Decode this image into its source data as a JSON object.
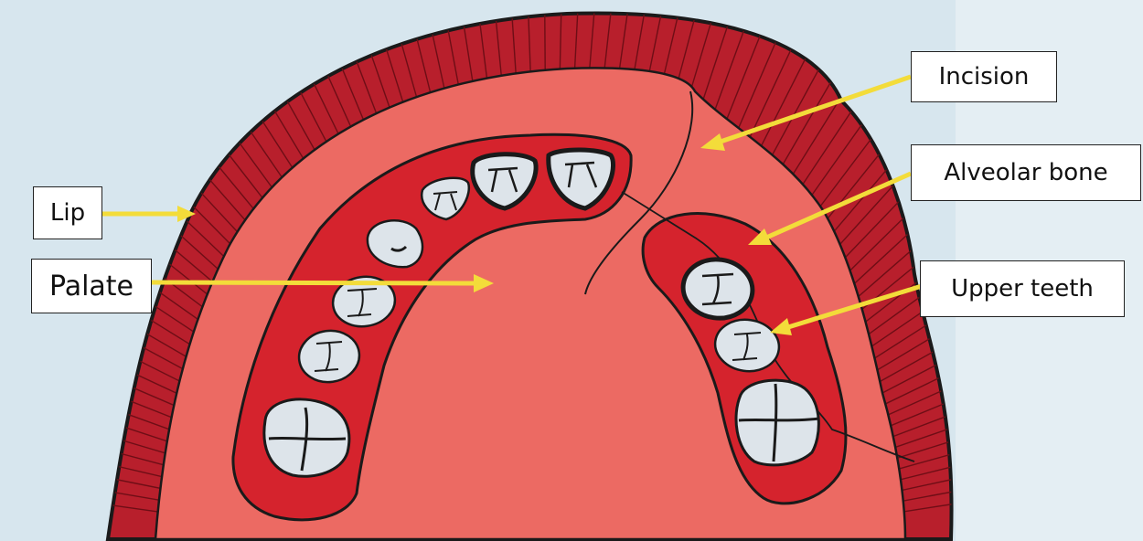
{
  "labels": {
    "lip": "Lip",
    "palate": "Palate",
    "incision": "Incision",
    "alveolar_bone": "Alveolar bone",
    "upper_teeth": "Upper teeth"
  },
  "colors": {
    "background": "#d7e6ee",
    "lip": "#b81f2c",
    "palate": "#ec6a63",
    "alveolar": "#d5232d",
    "tooth": "#dde4ea",
    "outline": "#1a1a1a",
    "arrow": "#f3dc3a"
  }
}
